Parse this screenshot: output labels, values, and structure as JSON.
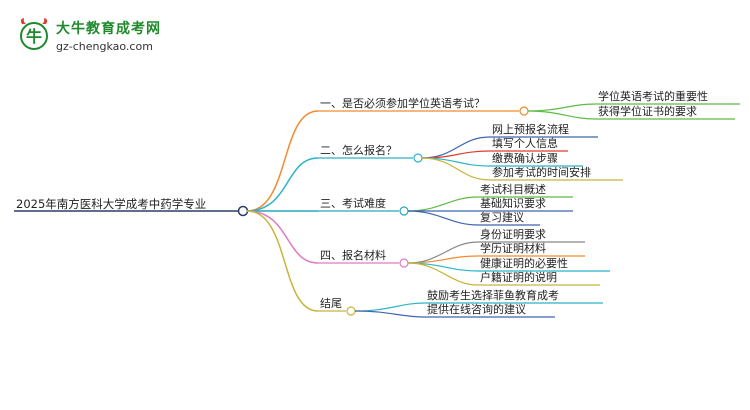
{
  "logo": {
    "title": "大牛教育成考网",
    "url": "gz-chengkao.com",
    "mark": "牛",
    "brand_color": "#1f8a2c",
    "accent_color": "#e23b2e"
  },
  "mindmap": {
    "root": "2025年南方医科大学成考中药学专业",
    "branches": [
      {
        "label": "一、是否必须参加学位英语考试？",
        "color": "#f28a2c",
        "children": [
          "学位英语考试的重要性",
          "获得学位证书的要求"
        ]
      },
      {
        "label": "二、怎么报名？",
        "color": "#29b5c8",
        "children": [
          "网上预报名流程",
          "填写个人信息",
          "缴费确认步骤",
          "参加考试的时间安排"
        ]
      },
      {
        "label": "三、考试难度",
        "color": "#2aa6b8",
        "children": [
          "考试科目概述",
          "基础知识要求",
          "复习建议"
        ]
      },
      {
        "label": "四、报名材料",
        "color": "#e07ac0",
        "children": [
          "身份证明要求",
          "学历证明材料",
          "健康证明的必要性",
          "户籍证明的说明"
        ]
      },
      {
        "label": "结尾",
        "color": "#c8b43a",
        "children": [
          "鼓励考生选择菲鱼教育成考",
          "提供在线咨询的建议"
        ]
      }
    ]
  }
}
